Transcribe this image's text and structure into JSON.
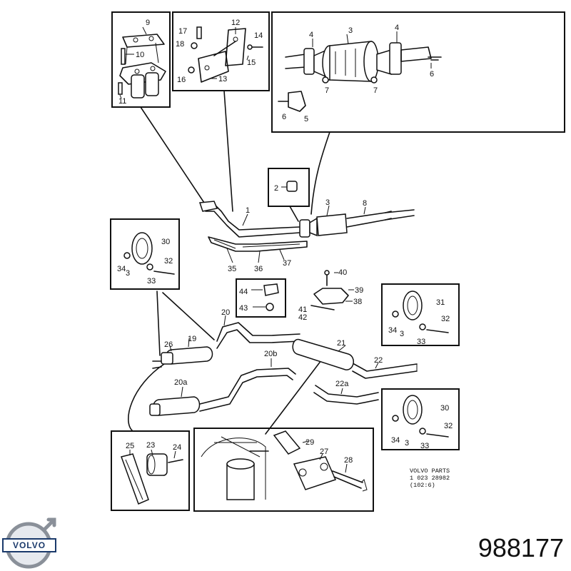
{
  "part_number": "988177",
  "brand": "VOLVO",
  "reference": {
    "line1": "VOLVO PARTS",
    "line2": "1 023 28982",
    "line3": "(102:6)"
  },
  "callouts": {
    "c1": "1",
    "c2": "2",
    "c3": "3",
    "c4": "4",
    "c5": "5",
    "c6": "6",
    "c7": "7",
    "c8": "8",
    "c9": "9",
    "c10": "10",
    "c11": "11",
    "c12": "12",
    "c13": "13",
    "c14": "14",
    "c15": "15",
    "c16": "16",
    "c17": "17",
    "c18": "18",
    "c19": "19",
    "c20": "20",
    "c20a": "20a",
    "c20b": "20b",
    "c21": "21",
    "c22": "22",
    "c22a": "22a",
    "c23": "23",
    "c24": "24",
    "c25": "25",
    "c26": "26",
    "c27": "27",
    "c28": "28",
    "c29": "29",
    "c30": "30",
    "c31": "31",
    "c32": "32",
    "c33": "33",
    "c34": "34",
    "c35": "35",
    "c36": "36",
    "c37": "37",
    "c38": "38",
    "c39": "39",
    "c40": "40",
    "c41": "41",
    "c42": "42",
    "c43": "43",
    "c44": "44"
  }
}
